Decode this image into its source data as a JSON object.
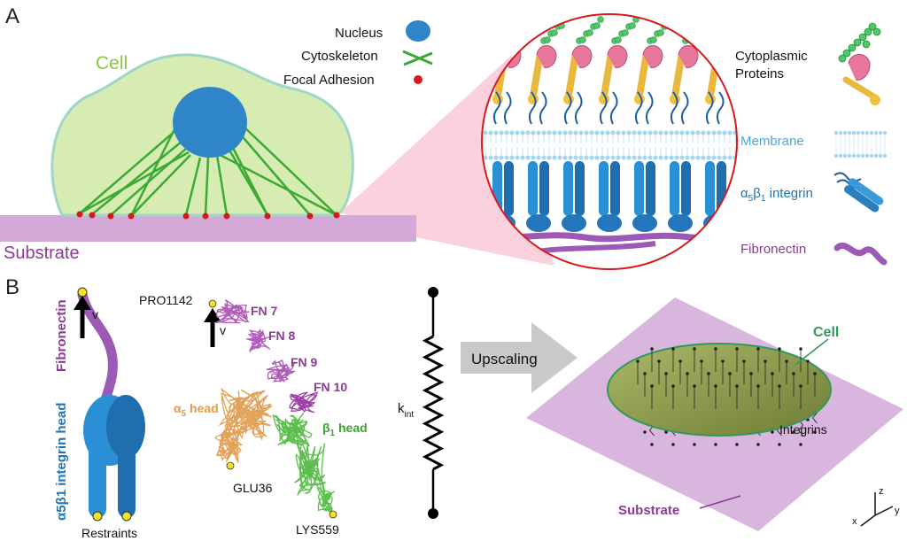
{
  "panel_a": {
    "label": "A",
    "cell_label": "Cell",
    "substrate_label": "Substrate",
    "legend": {
      "nucleus": "Nucleus",
      "cytoskeleton": "Cytoskeleton",
      "focal_adhesion": "Focal Adhesion"
    },
    "right_legend": {
      "cyto_line1": "Cytoplasmic",
      "cyto_line2": "Proteins",
      "membrane": "Membrane",
      "integrin_alpha": "α",
      "integrin_alpha_sub": "5",
      "integrin_beta": "β",
      "integrin_beta_sub": "1",
      "integrin_word": " integrin",
      "fibronectin": "Fibronectin"
    }
  },
  "panel_b": {
    "label": "B",
    "fibronectin_vertical": "Fibronectin",
    "integrin_head_vertical": "α5β1 integrin head",
    "v_label_1": "v",
    "v_label_2": "v",
    "restraints": "Restraints",
    "pro": "PRO1142",
    "fn7": "FN 7",
    "fn8": "FN 8",
    "fn9": "FN 9",
    "fn10": "FN 10",
    "a5_head": "α",
    "a5_sub": "5",
    "a5_rest": " head",
    "b1_head": "β",
    "b1_sub": "1",
    "b1_rest": " head",
    "glu": "GLU36",
    "lys": "LYS559",
    "k": "k",
    "k_sub": "int",
    "upscaling": "Upscaling",
    "cell": "Cell",
    "integrins": "Integrins",
    "substrate": "Substrate",
    "axis_x": "x",
    "axis_y": "y",
    "axis_z": "z"
  },
  "colors": {
    "cell_fill": "#d6ecb3",
    "cell_label": "#8cc63f",
    "nucleus": "#2e86c9",
    "fibers": "#3aaa35",
    "adhesion": "#d7191c",
    "substrate": "#d4a9d8",
    "purple_text": "#8b3a96",
    "membrane_text": "#4aa8d8",
    "integrin_text": "#1f75b8",
    "green_text": "#3aa532",
    "orange_text": "#e89a3c",
    "cell_green_text": "#2f9a5a",
    "olive_cell": "#8c9a4e"
  }
}
